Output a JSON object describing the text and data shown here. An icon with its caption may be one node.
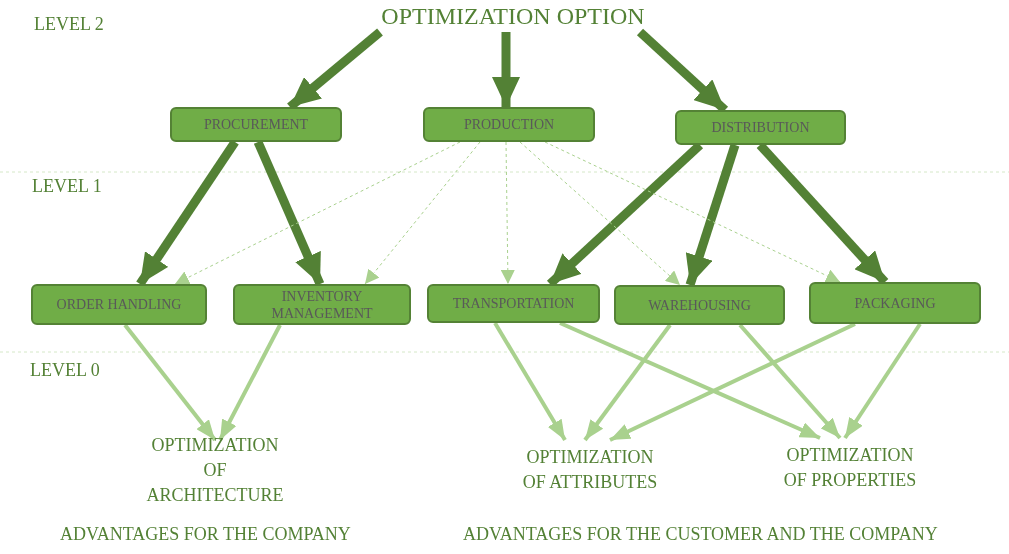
{
  "diagram": {
    "nodes": [
      {
        "text": [
          "OPTIMIZATION OPTION"
        ]
      },
      {
        "text": [
          "PROCUREMENT"
        ]
      },
      {
        "text": [
          "PRODUCTION"
        ]
      },
      {
        "text": [
          "DISTRIBUTION"
        ]
      },
      {
        "text": [
          "ORDER HANDLING"
        ]
      },
      {
        "text": [
          "INVENTORY MANAGEMENT"
        ]
      },
      {
        "text": [
          "TRANSPORTATION"
        ]
      },
      {
        "text": [
          "WAREHOUSING"
        ]
      },
      {
        "text": [
          "PACKAGING"
        ]
      },
      {
        "text": [
          "OPTIMIZATION OF ARCHITECTURE"
        ]
      },
      {
        "text": [
          "OPTIMIZATION OF ATTRIBUTES"
        ]
      },
      {
        "text": [
          "OPTIMIZATION OF PROPERTIES"
        ]
      }
    ],
    "edges": [
      {
        "from": 0,
        "to": 1,
        "arrow": "to",
        "style": "thick"
      },
      {
        "from": 0,
        "to": 2,
        "arrow": "to",
        "style": "thick"
      },
      {
        "from": 0,
        "to": 3,
        "arrow": "to",
        "style": "thick"
      },
      {
        "from": 1,
        "to": 4,
        "arrow": "to",
        "style": "thick"
      },
      {
        "from": 1,
        "to": 5,
        "arrow": "to",
        "style": "thick"
      },
      {
        "from": 3,
        "to": 6,
        "arrow": "to",
        "style": "thick"
      },
      {
        "from": 3,
        "to": 7,
        "arrow": "to",
        "style": "thick"
      },
      {
        "from": 3,
        "to": 8,
        "arrow": "to",
        "style": "thick"
      },
      {
        "from": 2,
        "to": 4,
        "arrow": "to",
        "style": "dashed",
        "color": "#a9d18e"
      },
      {
        "from": 2,
        "to": 5,
        "arrow": "to",
        "style": "dashed",
        "color": "#a9d18e"
      },
      {
        "from": 2,
        "to": 6,
        "arrow": "to",
        "style": "dashed",
        "color": "#a9d18e"
      },
      {
        "from": 2,
        "to": 7,
        "arrow": "to",
        "style": "dashed",
        "color": "#a9d18e"
      },
      {
        "from": 2,
        "to": 8,
        "arrow": "to",
        "style": "dashed",
        "color": "#a9d18e"
      },
      {
        "from": 4,
        "to": 9,
        "arrow": "to",
        "color": "#a9d18e"
      },
      {
        "from": 5,
        "to": 9,
        "arrow": "to",
        "color": "#a9d18e"
      },
      {
        "from": 6,
        "to": 10,
        "arrow": "to",
        "color": "#a9d18e"
      },
      {
        "from": 6,
        "to": 11,
        "arrow": "to",
        "color": "#a9d18e"
      },
      {
        "from": 7,
        "to": 10,
        "arrow": "to",
        "color": "#a9d18e"
      },
      {
        "from": 7,
        "to": 11,
        "arrow": "to",
        "color": "#a9d18e"
      },
      {
        "from": 8,
        "to": 10,
        "arrow": "to",
        "color": "#a9d18e"
      },
      {
        "from": 8,
        "to": 11,
        "arrow": "to",
        "color": "#a9d18e"
      }
    ],
    "labels": [
      "LEVEL 2",
      "LEVEL 1",
      "LEVEL 0",
      "ADVANTAGES FOR THE COMPANY",
      "ADVANTAGES FOR THE CUSTOMER AND THE COMPANY"
    ]
  }
}
